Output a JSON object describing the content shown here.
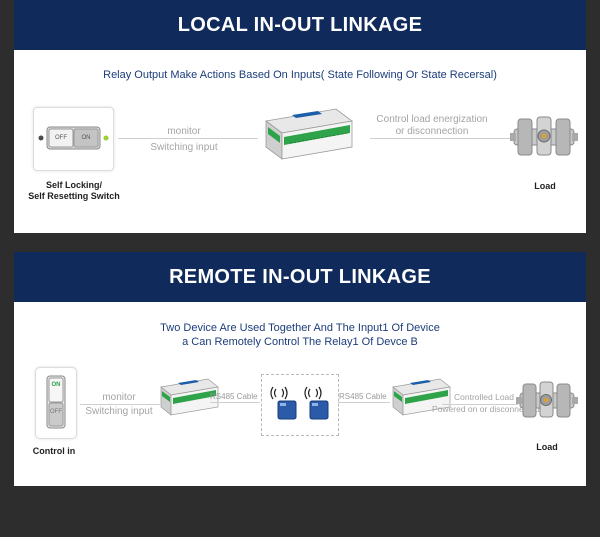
{
  "local": {
    "title": "LOCAL IN-OUT LINKAGE",
    "subtitle": "Relay Output Make Actions Based On Inputs( State Following Or State Recersal)",
    "switch_off": "OFF",
    "switch_on": "ON",
    "switch_label_line1": "Self Locking/",
    "switch_label_line2": "Self Resetting Switch",
    "monitor": "monitor",
    "switching_input": "Switching input",
    "control_line1": "Control load energization",
    "control_line2": "or disconnection",
    "load": "Load"
  },
  "remote": {
    "title": "REMOTE IN-OUT LINKAGE",
    "subtitle_line1": "Two Device Are Used Together And The Input1 Of Device",
    "subtitle_line2": "a Can Remotely Control The Relay1 Of Devce B",
    "switch_on": "ON",
    "switch_off": "OFF",
    "control_in": "Control in",
    "monitor": "monitor",
    "switching_input": "Switching input",
    "rs485_left": "RS485 Cable",
    "rs485_right": "RS485 Cable",
    "controlled_load": "Controlled Load",
    "powered": "Powered on or disconnected",
    "load": "Load"
  },
  "icons": [
    "relay-module-icon",
    "valve-load-icon",
    "wireless-module-icon",
    "rocker-switch-icon"
  ],
  "colors": {
    "banner": "#102a5c",
    "subtitle": "#1c3d7a",
    "background": "#2d2d2d",
    "relay_green": "#2fa34a"
  }
}
